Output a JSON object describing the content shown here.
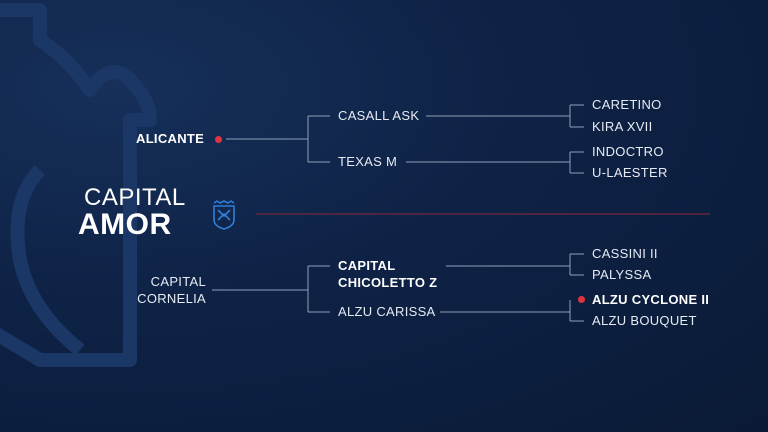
{
  "horse": {
    "name_line1": "CAPITAL",
    "name_line2": "AMOR",
    "emblem_icon": "stable-crest-icon"
  },
  "sire": {
    "name": "ALICANTE",
    "sire": {
      "name": "CASALL ASK",
      "sire": "CARETINO",
      "dam": "KIRA XVII"
    },
    "dam": {
      "name": "TEXAS M",
      "sire": "INDOCTRO",
      "dam": "U-LAESTER"
    }
  },
  "dam": {
    "name_line1": "CAPITAL",
    "name_line2": "CORNELIA",
    "sire": {
      "name_line1": "CAPITAL",
      "name_line2": "CHICOLETTO Z",
      "sire": "CASSINI II",
      "dam": "PALYSSA"
    },
    "dam": {
      "name": "ALZU CARISSA",
      "sire": "ALZU CYCLONE II",
      "dam": "ALZU BOUQUET"
    }
  },
  "colors": {
    "background": "#0f2347",
    "accent": "#e0343e",
    "line": "#8fa0b8",
    "text": "#e6ebf3"
  }
}
